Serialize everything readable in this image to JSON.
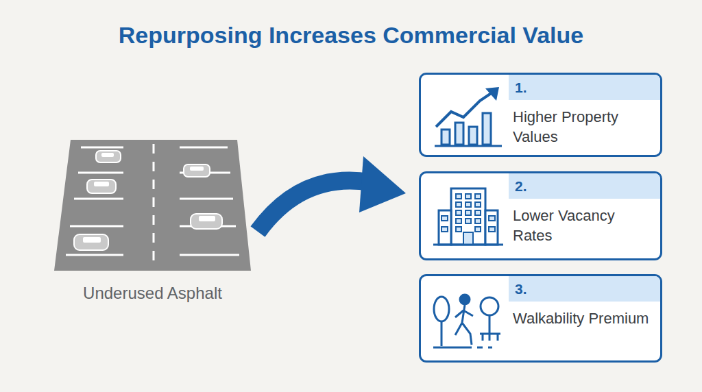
{
  "diagram": {
    "title": "Repurposing Increases Commercial Value",
    "nodes": [
      {
        "text": [
          "1.",
          "Higher Property Values"
        ]
      },
      {
        "text": [
          "2.",
          "Lower Vacancy Rates"
        ]
      },
      {
        "text": [
          "3.",
          "Walkability Premium"
        ]
      }
    ],
    "labels": [
      "Underused Asphalt"
    ]
  }
}
